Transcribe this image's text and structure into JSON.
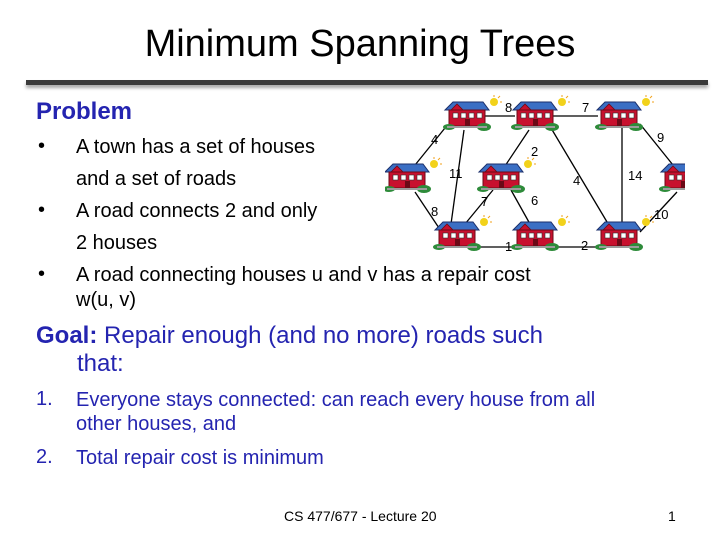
{
  "slide": {
    "title": "Minimum Spanning Trees",
    "problem_heading": "Problem",
    "bullets": [
      {
        "marker": "•",
        "lines": [
          "A town has a set of houses",
          "and a set of roads"
        ]
      },
      {
        "marker": "•",
        "lines": [
          "A road connects 2 and only",
          "2 houses"
        ]
      },
      {
        "marker": "•",
        "lines": [
          "A road connecting houses u and v has a repair cost",
          "w(u, v)"
        ]
      }
    ],
    "goal": {
      "label": "Goal:",
      "text_line1": " Repair enough (and no more) roads such",
      "text_line2": "that:"
    },
    "conditions": [
      {
        "number": "1.",
        "text": "Everyone stays connected: can reach every house from all other houses, and"
      },
      {
        "number": "2.",
        "text": "Total repair cost is minimum"
      }
    ],
    "footer": {
      "course": "CS 477/677 - Lecture 20",
      "page": "1"
    },
    "colors": {
      "accent_blue": "#2424b0",
      "house_red": "#c8102e",
      "house_blue": "#3b6fc4",
      "grass": "#2e8b3a"
    },
    "graph": {
      "edge_weights": [
        "8",
        "7",
        "4",
        "9",
        "2",
        "11",
        "4",
        "14",
        "7",
        "6",
        "8",
        "10",
        "1",
        "2"
      ]
    }
  }
}
